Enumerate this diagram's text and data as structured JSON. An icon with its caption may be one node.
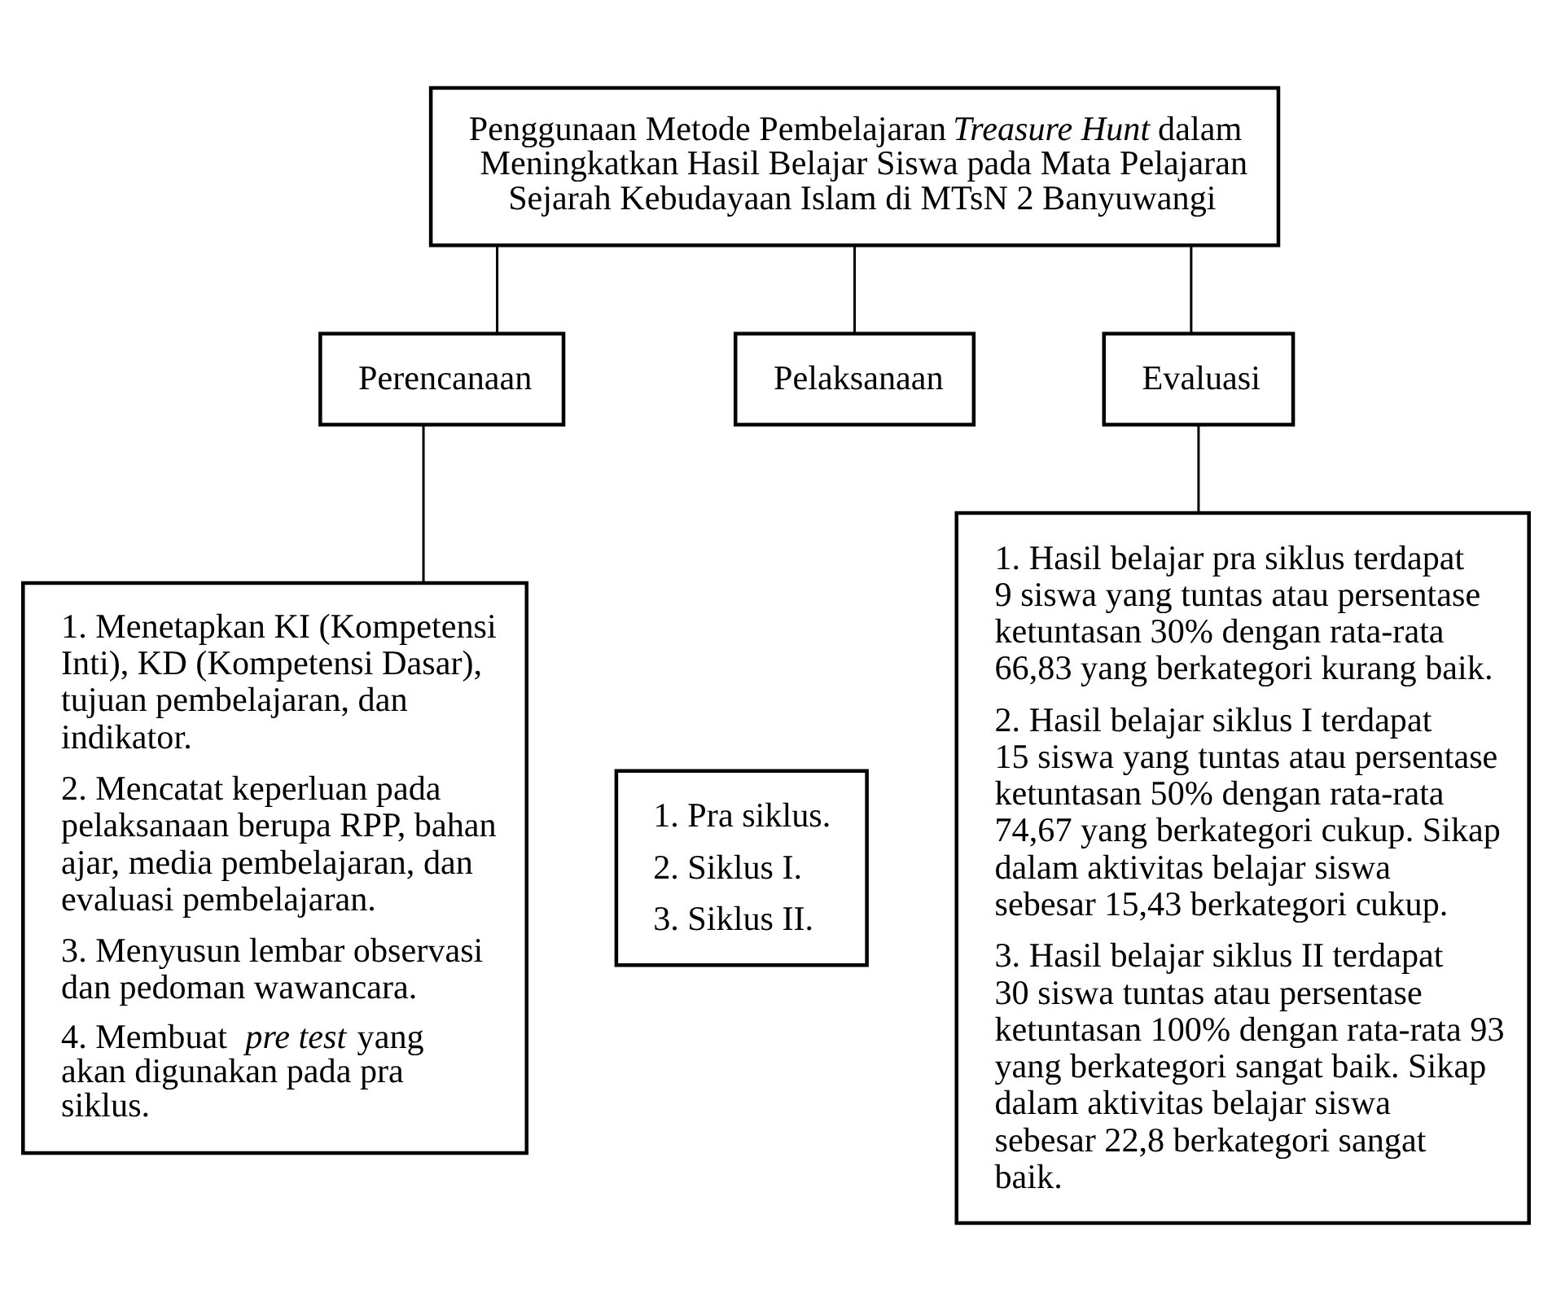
{
  "diagram": {
    "nodes": [
      {
        "text": [
          "Penggunaan Metode Pembelajaran *Treasure Hunt* dalam Meningkatkan Hasil Belajar Siswa pada Mata Pelajaran Sejarah Kebudayaan Islam di MTsN 2 Banyuwangi"
        ]
      },
      {
        "text": [
          "Perencanaan"
        ]
      },
      {
        "text": [
          "Pelaksanaan"
        ]
      },
      {
        "text": [
          "Evaluasi"
        ]
      },
      {
        "text": [
          "1. Menetapkan KI (Kompetensi Inti), KD (Kompetensi Dasar), tujuan pembelajaran, dan indikator.",
          "2. Mencatat keperluan pada pelaksanaan berupa RPP, bahan ajar, media pembelajaran, dan evaluasi pembelajaran.",
          "3. Menyusun lembar observasi dan pedoman wawancara.",
          "4. Membuat *pre test* yang akan digunakan pada pra siklus."
        ]
      },
      {
        "text": [
          "1. Pra siklus.",
          "2. Siklus I.",
          "3. Siklus II."
        ]
      },
      {
        "text": [
          "1. Hasil belajar pra siklus terdapat 9 siswa yang tuntas atau persentase ketuntasan 30% dengan rata-rata 66,83 yang berkategori kurang baik.",
          "2. Hasil belajar siklus I terdapat 15 siswa yang tuntas atau persentase ketuntasan 50% dengan rata-rata 74,67 yang berkategori cukup. Sikap dalam aktivitas belajar siswa sebesar 15,43 berkategori cukup.",
          "3. Hasil belajar siklus II terdapat 30 siswa tuntas atau persentase ketuntasan 100% dengan rata-rata 93 yang berkategori sangat baik. Sikap dalam aktivitas belajar siswa sebesar 22,8 berkategori sangat baik."
        ]
      }
    ],
    "edges": [
      {
        "from": 0,
        "to": 1,
        "arrow": "none"
      },
      {
        "from": 0,
        "to": 2,
        "arrow": "none"
      },
      {
        "from": 0,
        "to": 3,
        "arrow": "none"
      },
      {
        "from": 1,
        "to": 4,
        "arrow": "none"
      },
      {
        "from": 3,
        "to": 6,
        "arrow": "none"
      }
    ]
  }
}
